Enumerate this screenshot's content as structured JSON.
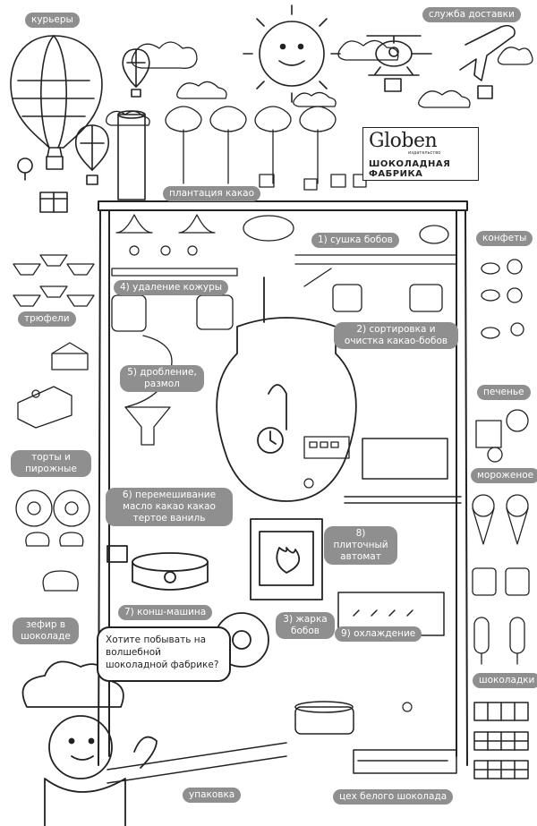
{
  "publisher": {
    "brand": "Globen",
    "tagline_small": "издательство",
    "poster_title": "ШОКОЛАДНАЯ ФАБРИКА"
  },
  "speech_bubble": "Хотите побывать на волшебной шоколадной фабрике?",
  "side_labels": {
    "couriers": "курьеры",
    "delivery": "служба доставки",
    "truffles": "трюфели",
    "cakes": "торты и пирожные",
    "marshmallow": "зефир в шоколаде",
    "candies": "конфеты",
    "cookies": "печенье",
    "ice_cream": "мороженое",
    "chocolates": "шоколадки"
  },
  "factory_labels": {
    "plantation": "плантация какао",
    "drying": "1) сушка бобов",
    "sorting": "2) сортировка и очистка какао-бобов",
    "roasting": "3) жарка бобов",
    "peeling": "4) удаление кожуры",
    "grinding": "5) дробление, размол",
    "mixing": "6) перемешивание масло какао какао тертое ваниль",
    "conche": "7) конш-машина",
    "tiling": "8) плиточный автомат",
    "cooling": "9) охлаждение",
    "packing": "упаковка",
    "white_chocolate": "цех белого шоколада"
  }
}
